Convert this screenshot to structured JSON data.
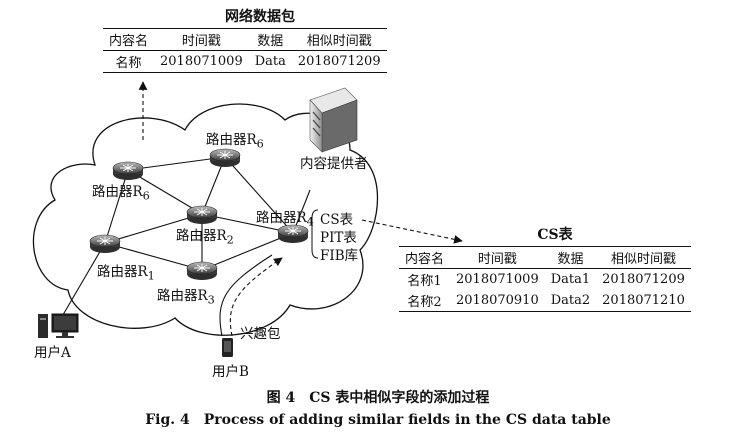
{
  "packet_table": {
    "title": "网络数据包",
    "headers": [
      "内容名",
      "时间戳",
      "数据",
      "相似时间戳"
    ],
    "rows": [
      [
        "名称",
        "2018071009",
        "Data",
        "2018071209"
      ]
    ]
  },
  "cs_table": {
    "title": "CS表",
    "headers": [
      "内容名",
      "时间戳",
      "数据",
      "相似时间戳"
    ],
    "rows": [
      [
        "名称1",
        "2018071009",
        "Data1",
        "2018071209"
      ],
      [
        "名称2",
        "2018070910",
        "Data2",
        "2018071210"
      ]
    ]
  },
  "routers": {
    "r6_top": {
      "name": "路由器",
      "sub": "6"
    },
    "r6_left": {
      "name": "路由器",
      "sub": "6"
    },
    "r2": {
      "name": "路由器",
      "sub": "2"
    },
    "r4": {
      "name": "路由器",
      "sub": "4"
    },
    "r1": {
      "name": "路由器",
      "sub": "1"
    },
    "r3": {
      "name": "路由器",
      "sub": "3"
    }
  },
  "labels": {
    "provider": "内容提供者",
    "r4_tables": [
      "CS表",
      "PIT表",
      "FIB库"
    ],
    "interest": "兴趣包",
    "user_a": "用户A",
    "user_b": "用户B"
  },
  "caption": {
    "zh": "图 4　CS 表中相似字段的添加过程",
    "en": "Fig. 4　Process of adding similar fields in the CS data table"
  }
}
